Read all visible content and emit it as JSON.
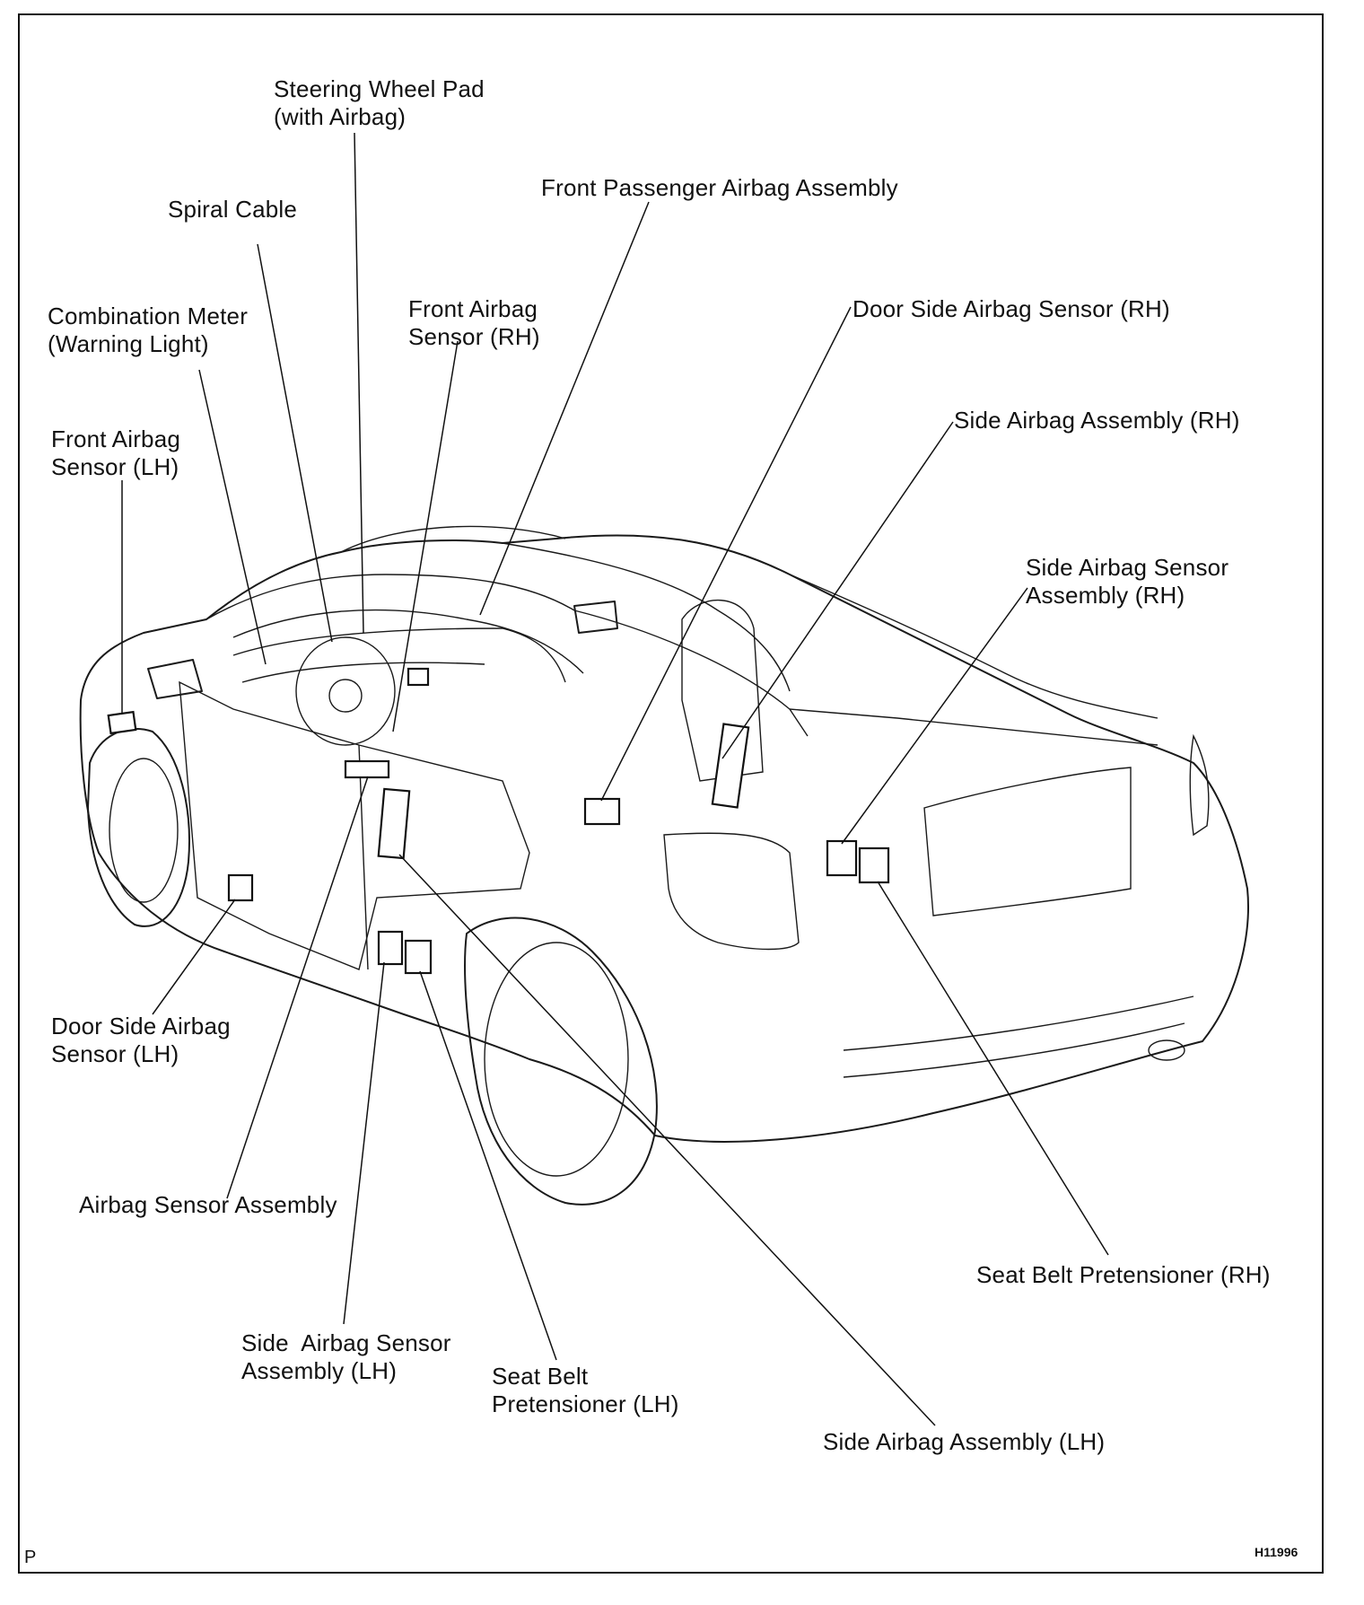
{
  "labels": {
    "steering_wheel_pad": "Steering Wheel Pad\n(with Airbag)",
    "front_passenger_airbag": "Front Passenger Airbag Assembly",
    "spiral_cable": "Spiral Cable",
    "combination_meter": "Combination Meter\n(Warning Light)",
    "front_airbag_sensor_rh": "Front Airbag\nSensor (RH)",
    "door_side_airbag_sensor_rh": "Door Side Airbag Sensor (RH)",
    "side_airbag_assembly_rh": "Side Airbag Assembly (RH)",
    "front_airbag_sensor_lh": "Front Airbag\nSensor (LH)",
    "side_airbag_sensor_assembly_rh": "Side Airbag Sensor\nAssembly (RH)",
    "door_side_airbag_sensor_lh": "Door Side Airbag\nSensor (LH)",
    "airbag_sensor_assembly": "Airbag Sensor Assembly",
    "seat_belt_pretensioner_rh": "Seat Belt Pretensioner (RH)",
    "side_airbag_sensor_assembly_lh": "Side  Airbag Sensor\nAssembly (LH)",
    "seat_belt_pretensioner_lh": "Seat Belt\nPretensioner (LH)",
    "side_airbag_assembly_lh": "Side Airbag Assembly (LH)"
  },
  "corner_mark": "P",
  "figure_code": "H11996"
}
